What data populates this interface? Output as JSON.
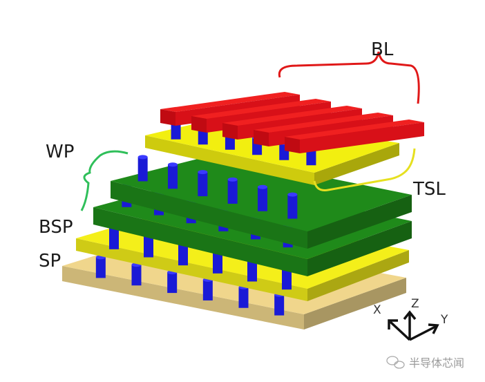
{
  "labels": {
    "bl": "BL",
    "wp": "WP",
    "tsl": "TSL",
    "bsp": "BSP",
    "sp": "SP"
  },
  "axes": {
    "x": "X",
    "y": "Y",
    "z": "Z"
  },
  "watermark": "半导体芯闻",
  "colors": {
    "bit_line": "#e0101a",
    "tsl_plate": "#f2ef10",
    "word_plate": "#1f8a1a",
    "sp_plate": "#f4ef1a",
    "substrate": "#f0d68c",
    "pillar": "#1a1ad6",
    "wp_brace": "#2fbf5a",
    "tsl_brace": "#e6e020",
    "bl_brace": "#e01818"
  }
}
